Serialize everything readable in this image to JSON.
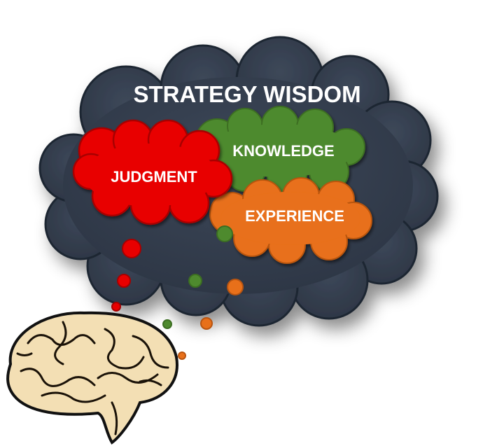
{
  "title": "STRATEGY WISDOM",
  "clouds": [
    {
      "label": "JUDGMENT",
      "color": "#e00000"
    },
    {
      "label": "KNOWLEDGE",
      "color": "#4e8a2e"
    },
    {
      "label": "EXPERIENCE",
      "color": "#e8701a"
    }
  ],
  "main_cloud_color": "#36404f",
  "brain_color": "#f3dfb4"
}
